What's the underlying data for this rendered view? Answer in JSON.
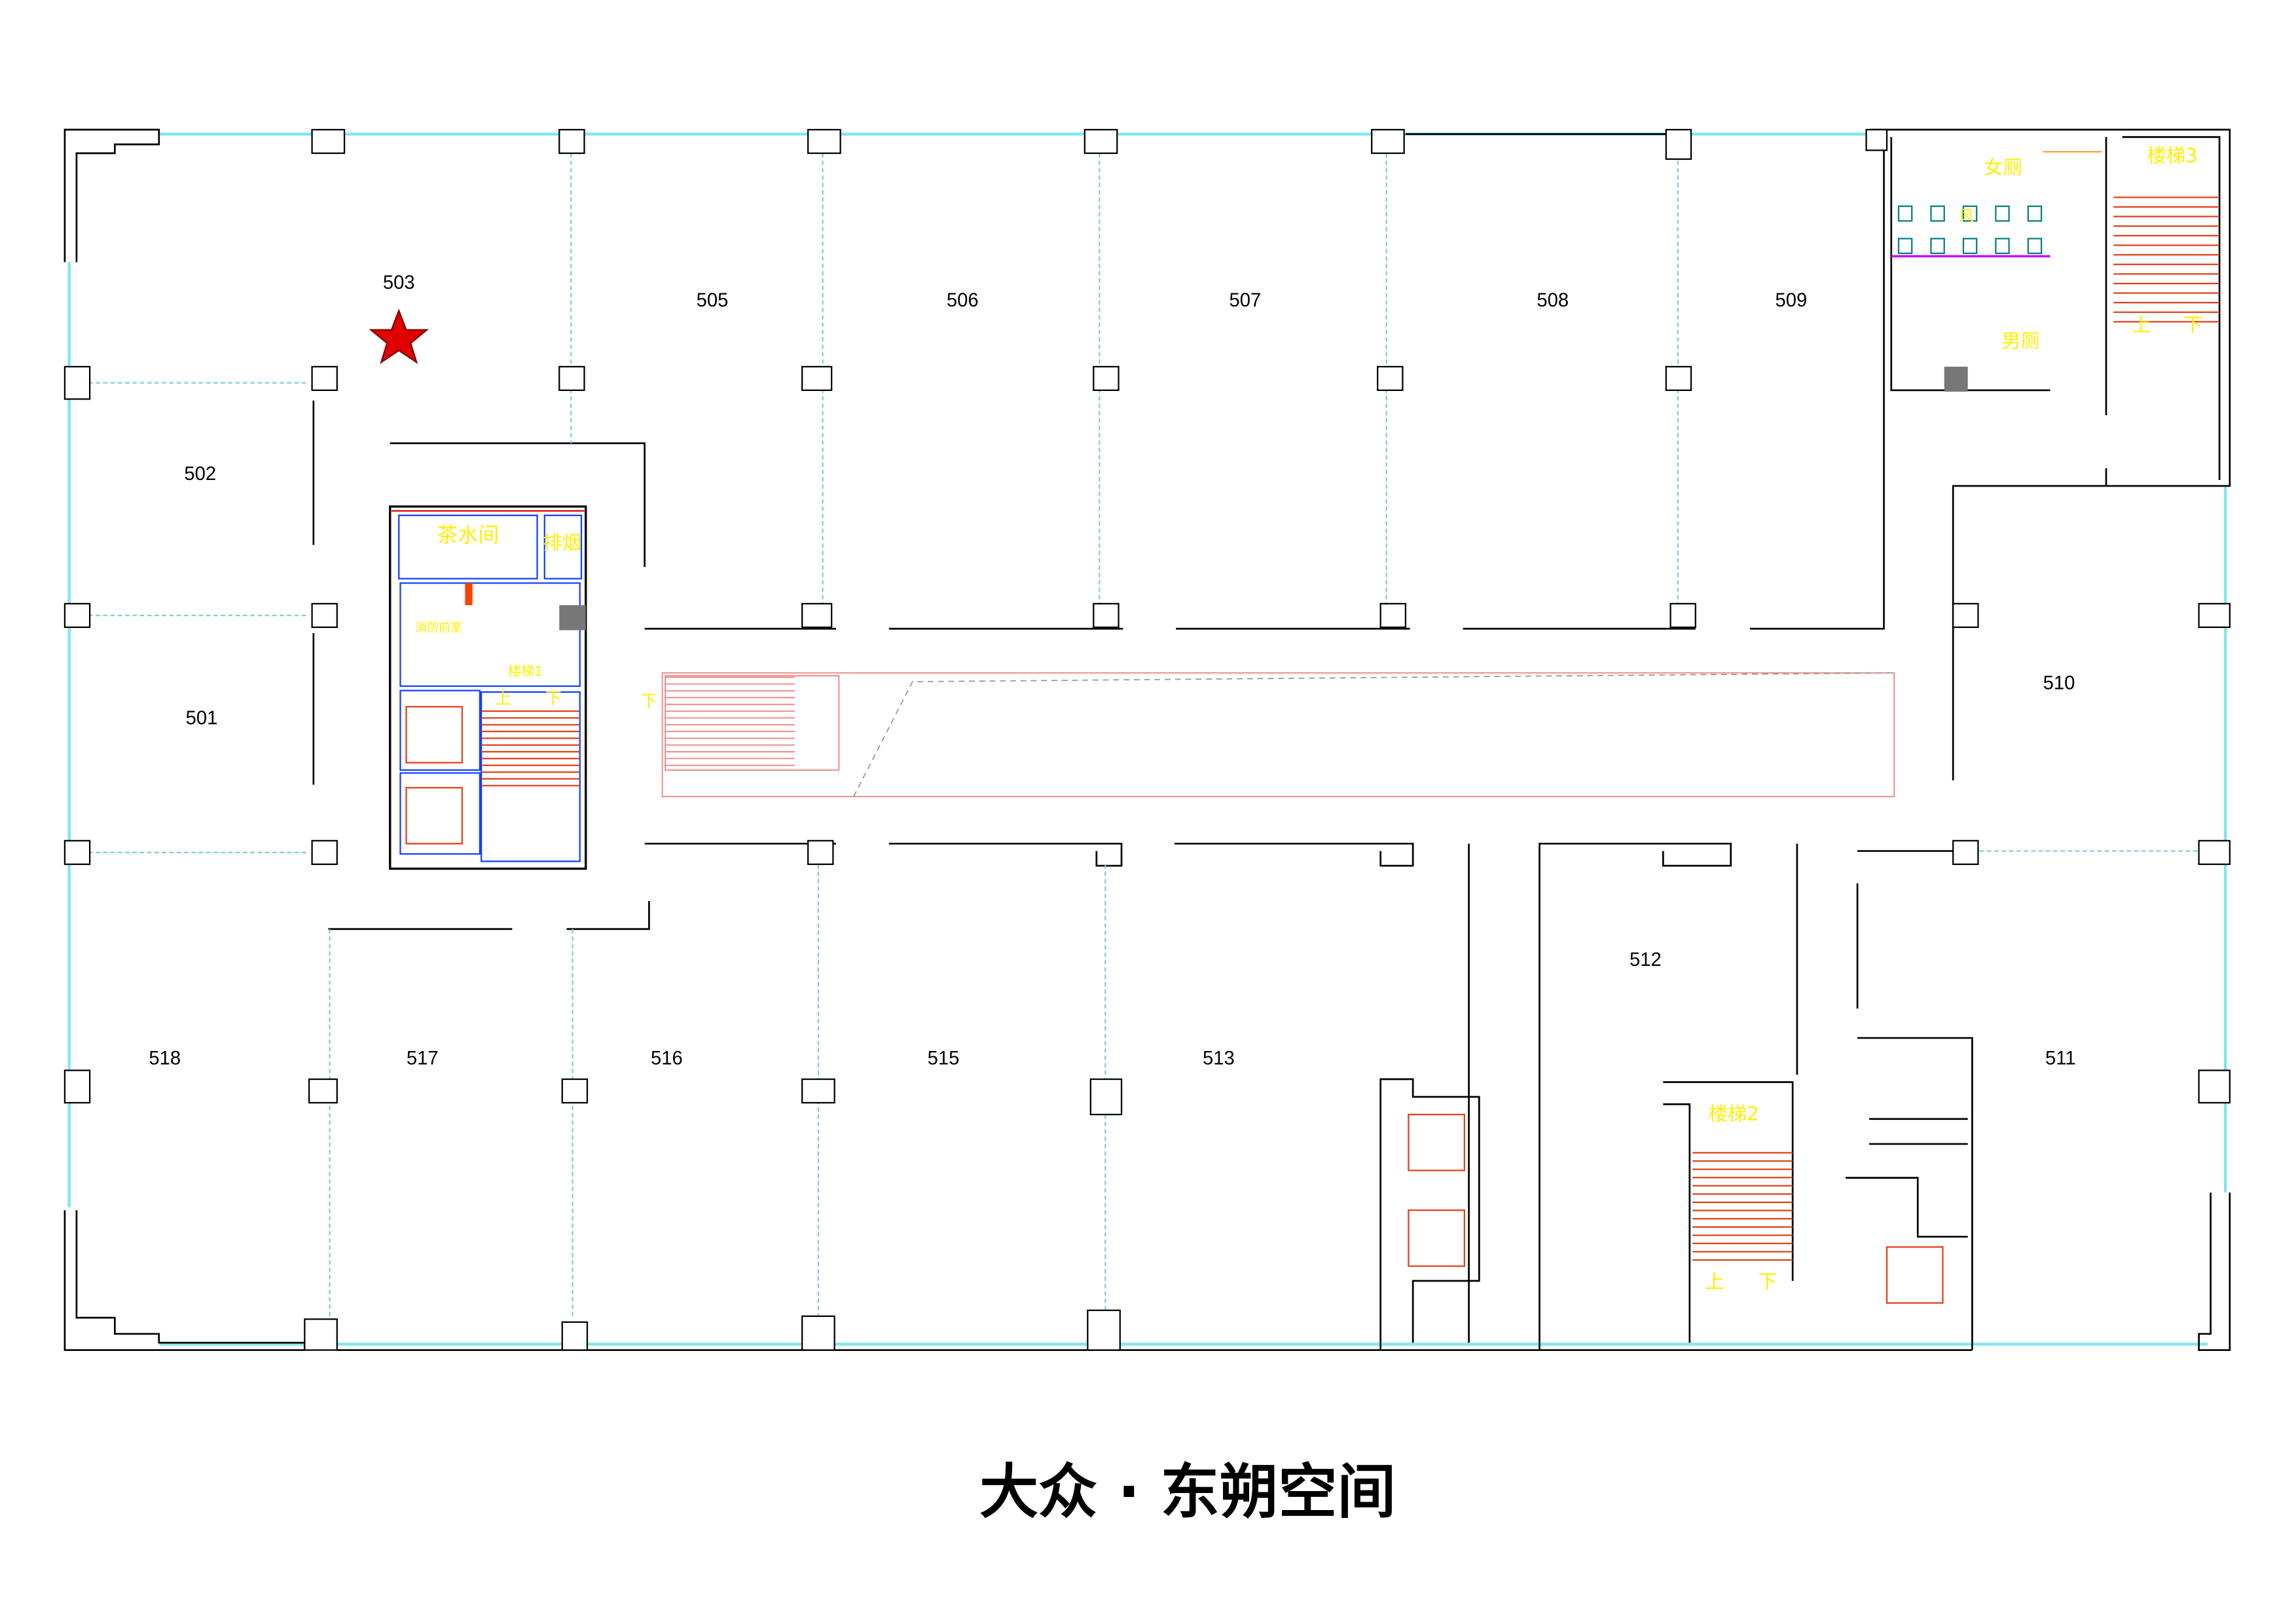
{
  "title": "大众 · 东朔空间",
  "rooms": {
    "r501": "501",
    "r502": "502",
    "r503": "503",
    "r505": "505",
    "r506": "506",
    "r507": "507",
    "r508": "508",
    "r509": "509",
    "r510": "510",
    "r511": "511",
    "r512": "512",
    "r513": "513",
    "r515": "515",
    "r516": "516",
    "r517": "517",
    "r518": "518"
  },
  "facilities": {
    "tea_room": "茶水间",
    "smoke_exhaust": "排烟",
    "fire_lobby": "消防前室",
    "stair1": "楼梯1",
    "stair2": "楼梯2",
    "stair3": "楼梯3",
    "women_restroom": "女厕",
    "men_restroom": "男厕",
    "vent": "风",
    "up": "上",
    "down": "下"
  },
  "marker": {
    "icon": "star-icon",
    "color": "#e00000",
    "room": "503"
  },
  "colors": {
    "glass": "#7fe8f0",
    "label": "#ffee00",
    "stairs": "#e0401a",
    "core": "#1040ff"
  }
}
